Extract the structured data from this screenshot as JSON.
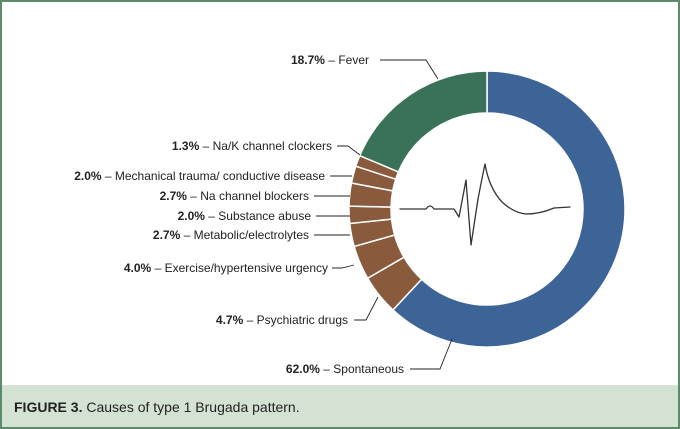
{
  "chart_data": {
    "type": "pie",
    "variant": "donut",
    "categories": [
      "Spontaneous",
      "Psychiatric drugs",
      "Exercise/hypertensive urgency",
      "Metabolic/electrolytes",
      "Substance abuse",
      "Na channel blockers",
      "Mechanical trauma/ conductive disease",
      "Na/K channel clockers",
      "Fever"
    ],
    "values": [
      62.0,
      4.7,
      4.0,
      2.7,
      2.0,
      2.7,
      2.0,
      1.3,
      18.7
    ],
    "value_labels": [
      "62.0%",
      "4.7%",
      "4.0%",
      "2.7%",
      "2.0%",
      "2.7%",
      "2.0%",
      "1.3%",
      "18.7%"
    ],
    "colors": [
      "#3d6497",
      "#8a5a3c",
      "#8a5a3c",
      "#8a5a3c",
      "#8a5a3c",
      "#8a5a3c",
      "#8a5a3c",
      "#8a5a3c",
      "#3a7259"
    ],
    "label_dash": "–",
    "start_angle_deg": 0,
    "direction": "clockwise",
    "center_icon": "ecg-waveform-icon"
  },
  "caption": {
    "label": "FIGURE 3.",
    "text": "Causes of type 1 Brugada pattern."
  }
}
